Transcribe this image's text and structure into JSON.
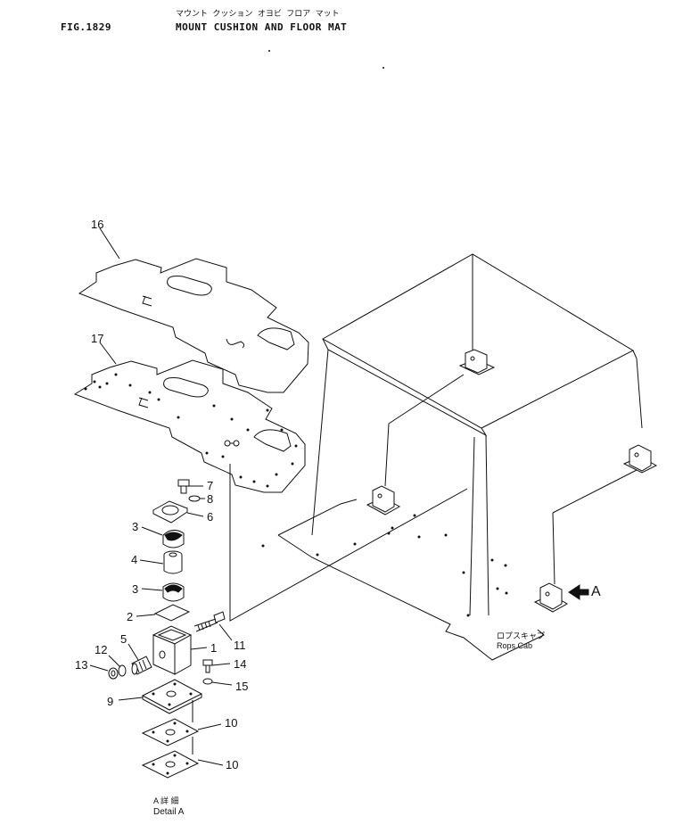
{
  "header": {
    "figure_number": "FIG.1829",
    "title_jp": "マウント クッション オヨビ フロア マット",
    "title": "MOUNT CUSHION AND FLOOR MAT"
  },
  "callouts": [
    {
      "id": "c16",
      "text": "16"
    },
    {
      "id": "c17",
      "text": "17"
    },
    {
      "id": "c7",
      "text": "7"
    },
    {
      "id": "c8",
      "text": "8"
    },
    {
      "id": "c6",
      "text": "6"
    },
    {
      "id": "c3a",
      "text": "3"
    },
    {
      "id": "c4",
      "text": "4"
    },
    {
      "id": "c3b",
      "text": "3"
    },
    {
      "id": "c2",
      "text": "2"
    },
    {
      "id": "c11",
      "text": "11"
    },
    {
      "id": "c5",
      "text": "5"
    },
    {
      "id": "c1",
      "text": "1"
    },
    {
      "id": "c12",
      "text": "12"
    },
    {
      "id": "c13",
      "text": "13"
    },
    {
      "id": "c14",
      "text": "14"
    },
    {
      "id": "c15",
      "text": "15"
    },
    {
      "id": "c9",
      "text": "9"
    },
    {
      "id": "c10a",
      "text": "10"
    },
    {
      "id": "c10b",
      "text": "10"
    }
  ],
  "view_marker": {
    "letter": "A"
  },
  "cab_label": {
    "jp": "ロプスキャプ",
    "en": "Rops Cab"
  },
  "detail_label": {
    "jp": "A 詳 細",
    "en": "Detail A"
  }
}
